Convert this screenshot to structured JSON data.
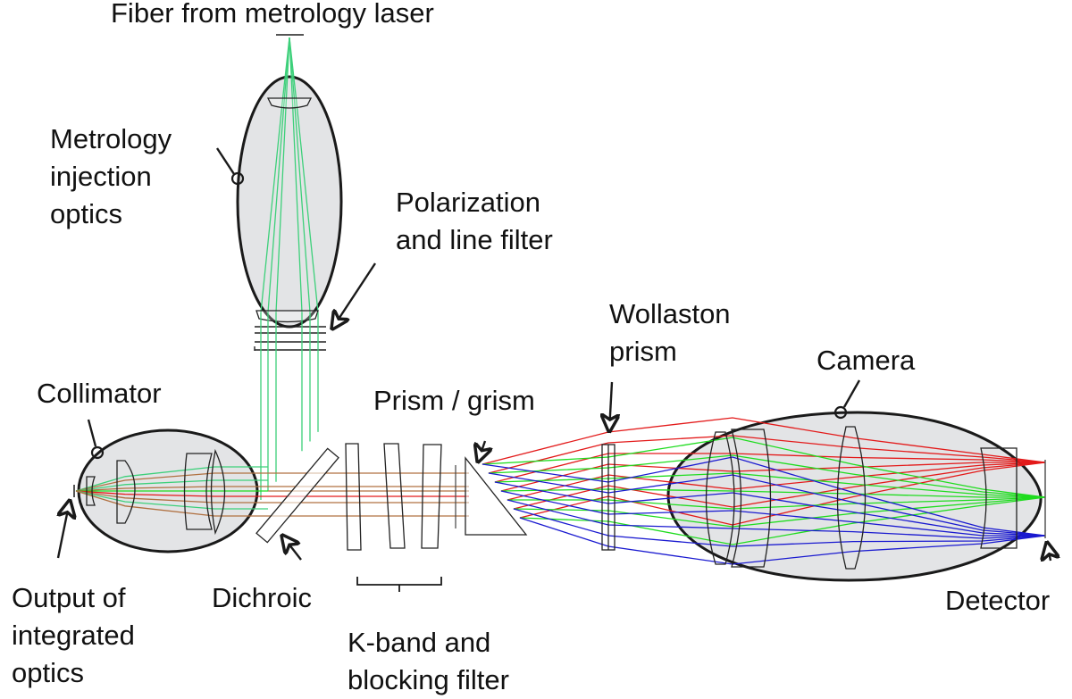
{
  "title": "Spectrometer optical layout with metrology injection",
  "colors": {
    "metrology": "#3dd07a",
    "science_green": "#1fdc1f",
    "science_red": "#e31a1a",
    "science_blue": "#1a1ad0",
    "science_brown": "#b07040",
    "enclosure_fill": "#e3e4e6",
    "outline": "#1a1a1a"
  },
  "labels": {
    "fiber": [
      "Fiber from metrology laser"
    ],
    "metrology_injection": [
      "Metrology",
      "injection",
      "optics"
    ],
    "polarization": [
      "Polarization",
      "and line filter"
    ],
    "wollaston": [
      "Wollaston",
      "prism"
    ],
    "camera": [
      "Camera"
    ],
    "collimator": [
      "Collimator"
    ],
    "prism_grism": [
      "Prism / grism"
    ],
    "output_io": [
      "Output of",
      "integrated",
      "optics"
    ],
    "dichroic": [
      "Dichroic"
    ],
    "kband": [
      "K-band and",
      "blocking filter"
    ],
    "detector": [
      "Detector"
    ]
  },
  "components": [
    {
      "id": "fiber",
      "name": "Fiber from metrology laser"
    },
    {
      "id": "metrology-injection",
      "name": "Metrology injection optics"
    },
    {
      "id": "polarization-filter",
      "name": "Polarization and line filter"
    },
    {
      "id": "collimator",
      "name": "Collimator"
    },
    {
      "id": "dichroic",
      "name": "Dichroic"
    },
    {
      "id": "kband-filter",
      "name": "K-band and blocking filter"
    },
    {
      "id": "prism-grism",
      "name": "Prism / grism"
    },
    {
      "id": "wollaston",
      "name": "Wollaston prism"
    },
    {
      "id": "camera",
      "name": "Camera"
    },
    {
      "id": "detector",
      "name": "Detector"
    }
  ]
}
